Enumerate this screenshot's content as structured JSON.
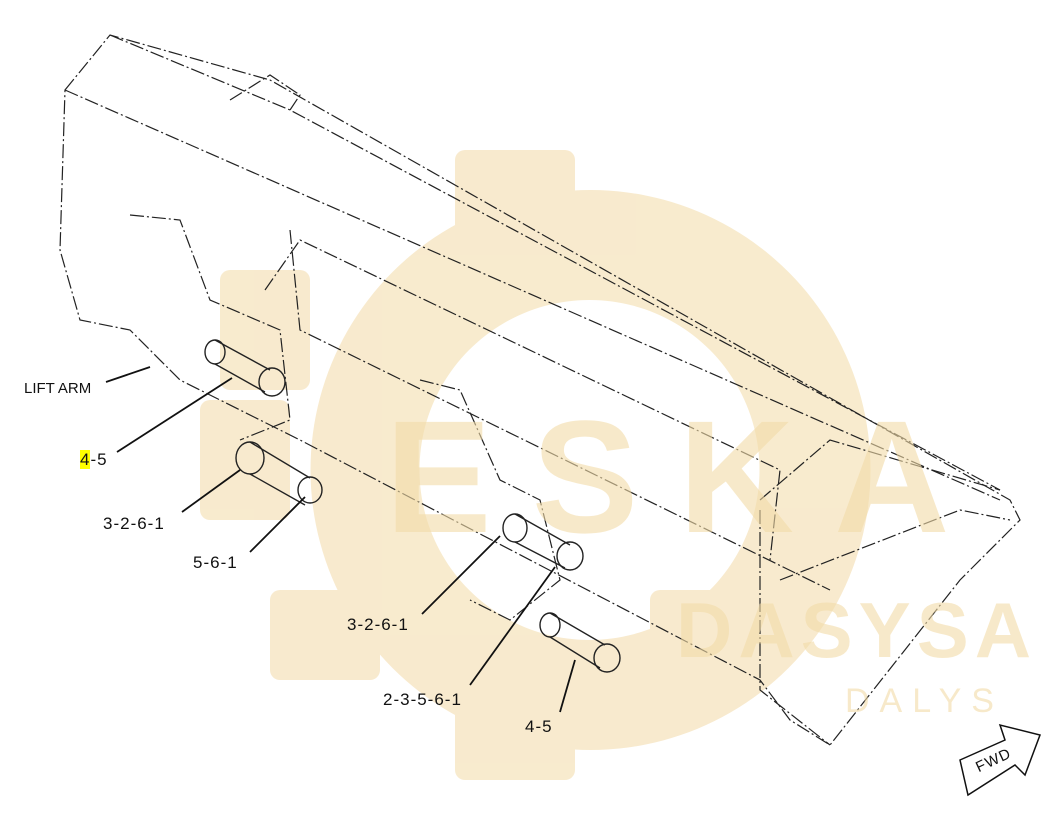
{
  "watermark": {
    "brand_main": "ESKA",
    "brand_sub": "DALYS",
    "brand_mid": "DASYSA",
    "color": "#f3dca8"
  },
  "labels": {
    "lift_arm": "LIFT ARM",
    "callout_1_highlight": "4",
    "callout_1_rest": "-5",
    "callout_2": "3-2-6-1",
    "callout_3": "5-6-1",
    "callout_4": "3-2-6-1",
    "callout_5": "2-3-5-6-1",
    "callout_6": "4-5",
    "fwd": "FWD"
  },
  "highlight_color": "#ffff00"
}
